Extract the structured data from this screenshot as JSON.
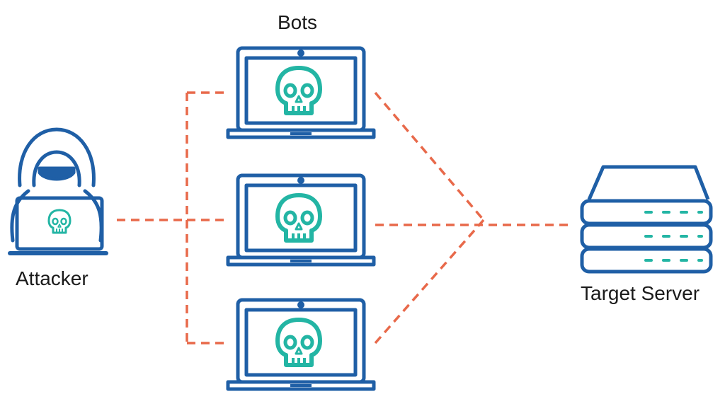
{
  "labels": {
    "bots": "Bots",
    "attacker": "Attacker",
    "target": "Target Server"
  },
  "colors": {
    "outline": "#1f5fa6",
    "skull": "#23b5a4",
    "connection": "#e8694a",
    "text": "#1a1a1a"
  },
  "nodes": {
    "attacker": {
      "icon": "hooded-hacker-with-laptop-icon",
      "screen_icon": "skull-icon"
    },
    "bots": [
      {
        "icon": "laptop-icon",
        "screen_icon": "skull-icon"
      },
      {
        "icon": "laptop-icon",
        "screen_icon": "skull-icon"
      },
      {
        "icon": "laptop-icon",
        "screen_icon": "skull-icon"
      }
    ],
    "target": {
      "icon": "server-icon"
    }
  },
  "edges": [
    {
      "from": "attacker",
      "to": "bot-1",
      "style": "dashed"
    },
    {
      "from": "attacker",
      "to": "bot-2",
      "style": "dashed"
    },
    {
      "from": "attacker",
      "to": "bot-3",
      "style": "dashed"
    },
    {
      "from": "bot-1",
      "to": "target",
      "style": "dashed"
    },
    {
      "from": "bot-2",
      "to": "target",
      "style": "dashed"
    },
    {
      "from": "bot-3",
      "to": "target",
      "style": "dashed"
    }
  ]
}
